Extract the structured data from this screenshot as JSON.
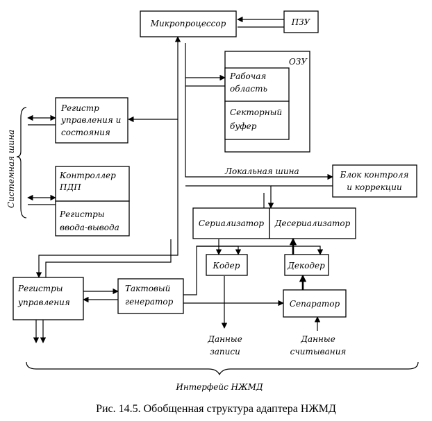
{
  "blocks": {
    "microprocessor": "Микропроцессор",
    "rom": "ПЗУ",
    "ram": "ОЗУ",
    "work_area": [
      "Рабочая",
      "область"
    ],
    "sector_buffer": [
      "Секторный",
      "буфер"
    ],
    "control_status_register": [
      "Регистр",
      "управления и",
      "состояния"
    ],
    "dma_controller": [
      "Контроллер",
      "ПДП"
    ],
    "io_registers": [
      "Регистры",
      "ввода-вывода"
    ],
    "local_bus": "Локальная шина",
    "crc_unit": [
      "Блок контроля",
      "и коррекции"
    ],
    "serializer": "Сериализатор",
    "deserializer": "Десериализатор",
    "encoder": "Кодер",
    "decoder": "Декодер",
    "control_registers": [
      "Регистры",
      "управления"
    ],
    "clock_generator": [
      "Тактовый",
      "генератор"
    ],
    "separator": "Сепаратор",
    "write_data": [
      "Данные",
      "записи"
    ],
    "read_data": [
      "Данные",
      "считывания"
    ],
    "system_bus": "Системная шина",
    "fdd_interface": "Интерфейс НЖМД"
  },
  "caption": "Рис. 14.5. Обобщенная структура адаптера НЖМД"
}
